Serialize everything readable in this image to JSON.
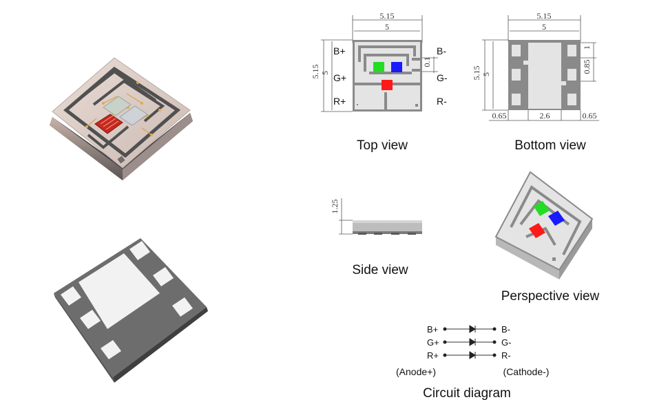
{
  "colors": {
    "green": "#22dd22",
    "blue": "#1a1aff",
    "red": "#ff1a1a",
    "frame": "#8a8a8a",
    "body": "#e4e4e4"
  },
  "top_view": {
    "dim_top_outer": "5.15",
    "dim_top_inner": "5",
    "dim_left_outer": "5.15",
    "dim_left_inner": "5",
    "dim_gap": "0.1",
    "pins_left": [
      "B+",
      "G+",
      "R+"
    ],
    "pins_right": [
      "B-",
      "G-",
      "R-"
    ],
    "caption": "Top view"
  },
  "bottom_view": {
    "dim_top_outer": "5.15",
    "dim_top_inner": "5",
    "dim_left_outer": "5.15",
    "dim_left_inner": "5",
    "dim_right_top": "1",
    "dim_right_mid": "0.85",
    "dim_bottom": [
      "0.65",
      "2.6",
      "0.65"
    ],
    "caption": "Bottom view"
  },
  "side_view": {
    "dim_height": "1.25",
    "caption": "Side view"
  },
  "perspective_view": {
    "caption": "Perspective view"
  },
  "circuit": {
    "anodes": [
      "B+",
      "G+",
      "R+"
    ],
    "cathodes": [
      "B-",
      "G-",
      "R-"
    ],
    "anode_label": "(Anode+)",
    "cathode_label": "(Cathode-)",
    "caption": "Circuit diagram"
  }
}
